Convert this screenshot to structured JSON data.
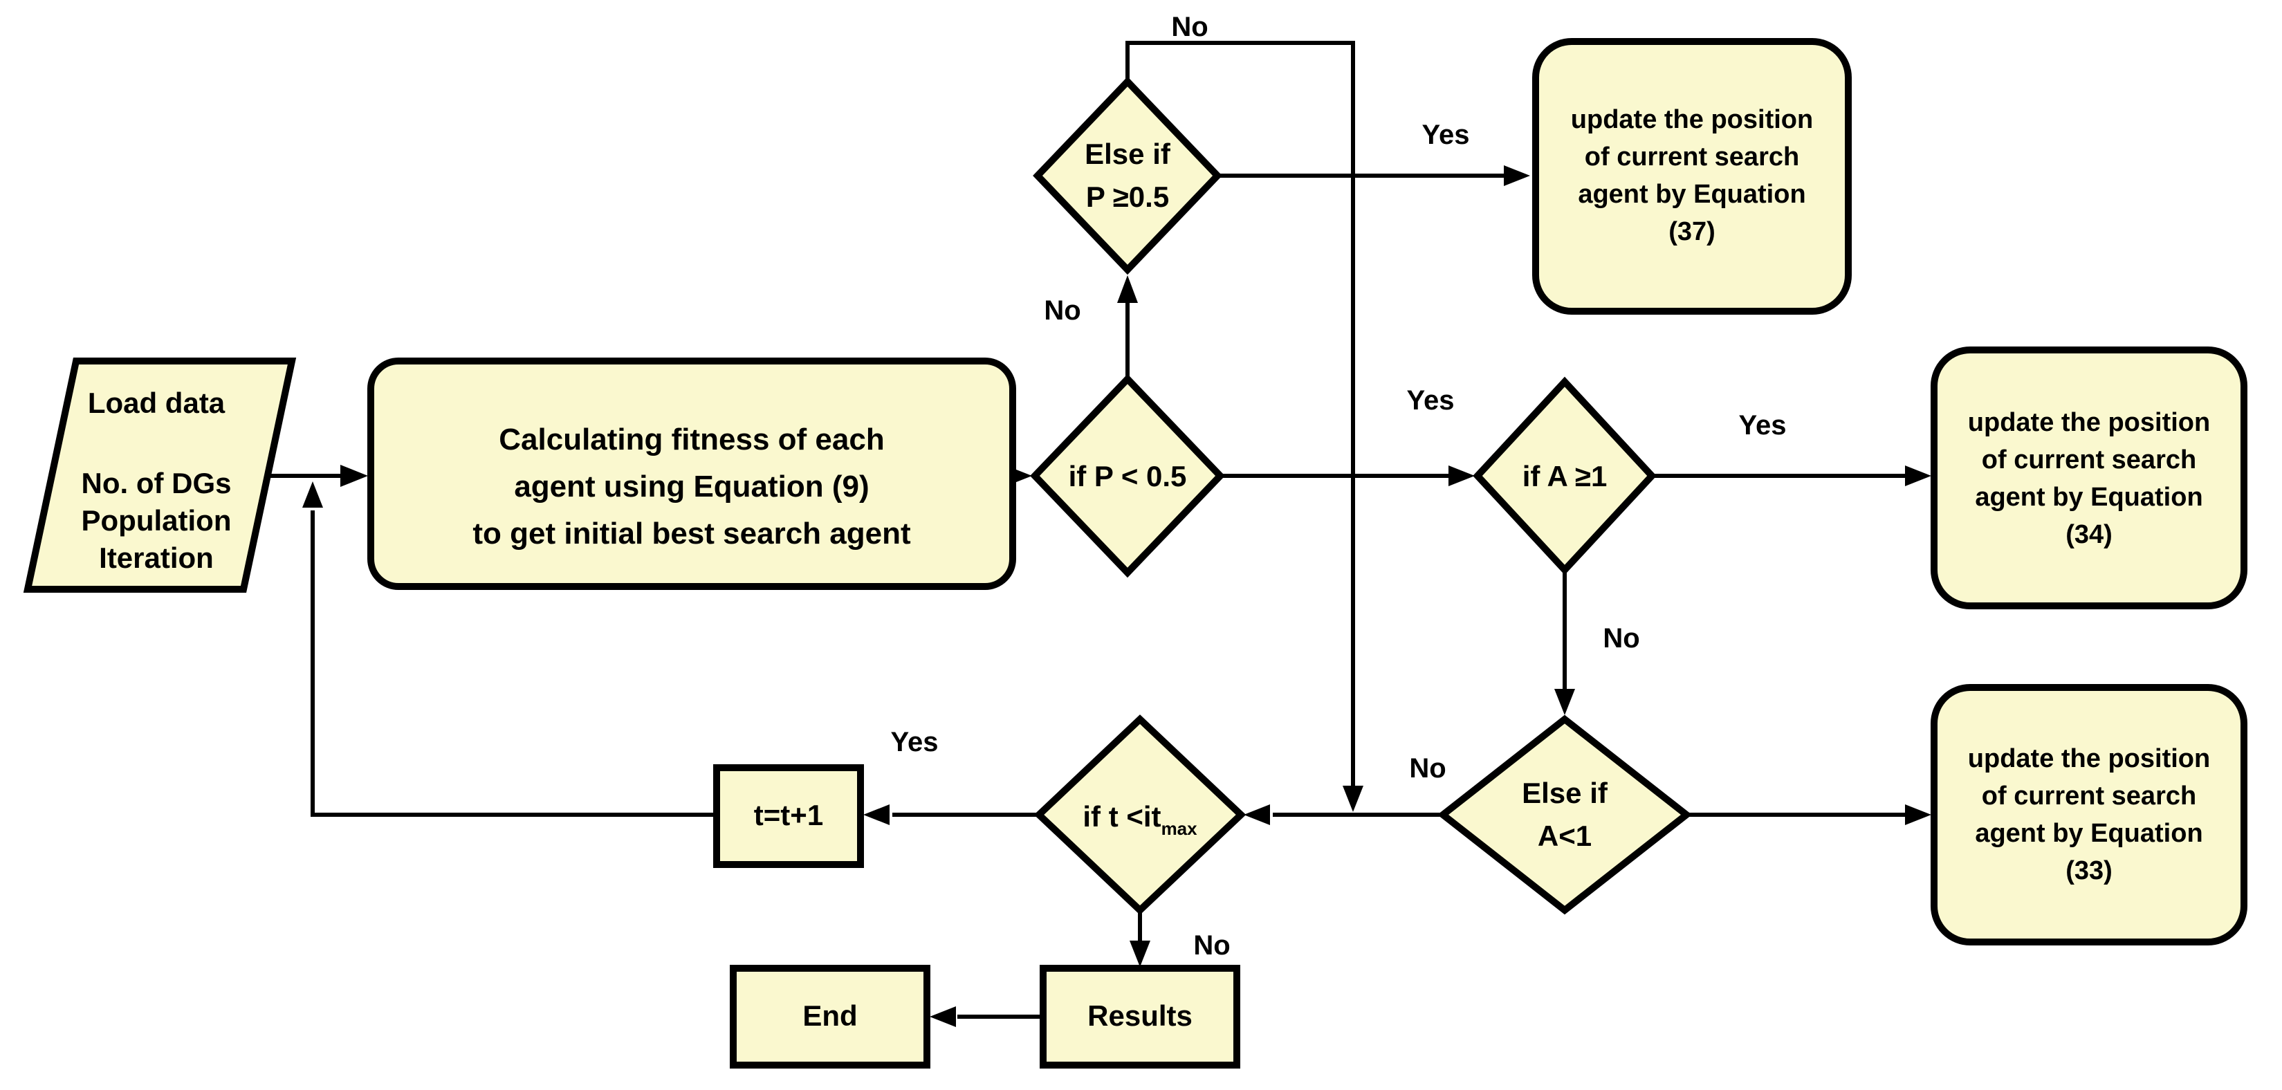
{
  "diagram": {
    "colors": {
      "canvas_bg": "#ffffff",
      "node_fill": "#faf8cf",
      "node_border": "#000000",
      "text_color": "#000000"
    },
    "nodes": {
      "input": {
        "lines": [
          "Load data",
          "No. of DGs",
          "Population",
          "Iteration"
        ]
      },
      "calc_fitness": {
        "lines": [
          "Calculating fitness of each",
          "agent using Equation (9)",
          "to get initial best search agent"
        ]
      },
      "if_p_lt_05": {
        "label": "if P < 0.5"
      },
      "else_if_p_ge_05": {
        "lines": [
          "Else if",
          "P ≥0.5"
        ]
      },
      "update_eq37": {
        "lines": [
          "update the position",
          "of current search",
          "agent by Equation",
          "(37)"
        ]
      },
      "if_a_ge_1": {
        "label": "if A ≥1"
      },
      "update_eq34": {
        "lines": [
          "update the position",
          "of current search",
          "agent by Equation",
          "(34)"
        ]
      },
      "else_if_a_lt_1": {
        "lines": [
          "Else if",
          "A<1"
        ]
      },
      "update_eq33": {
        "lines": [
          "update the position",
          "of current search",
          "agent by Equation",
          "(33)"
        ]
      },
      "if_t_lt_itmax": {
        "main": "if t <it",
        "sub": "max"
      },
      "increment": {
        "label": "t=t+1"
      },
      "results": {
        "label": "Results"
      },
      "end": {
        "label": "End"
      }
    },
    "edge_labels": {
      "pge_no_loop": "No",
      "pge_yes": "Yes",
      "plt_no": "No",
      "plt_yes": "Yes",
      "age_yes": "Yes",
      "age_no": "No",
      "alt_no": "No",
      "t_yes": "Yes",
      "t_no": "No"
    }
  }
}
